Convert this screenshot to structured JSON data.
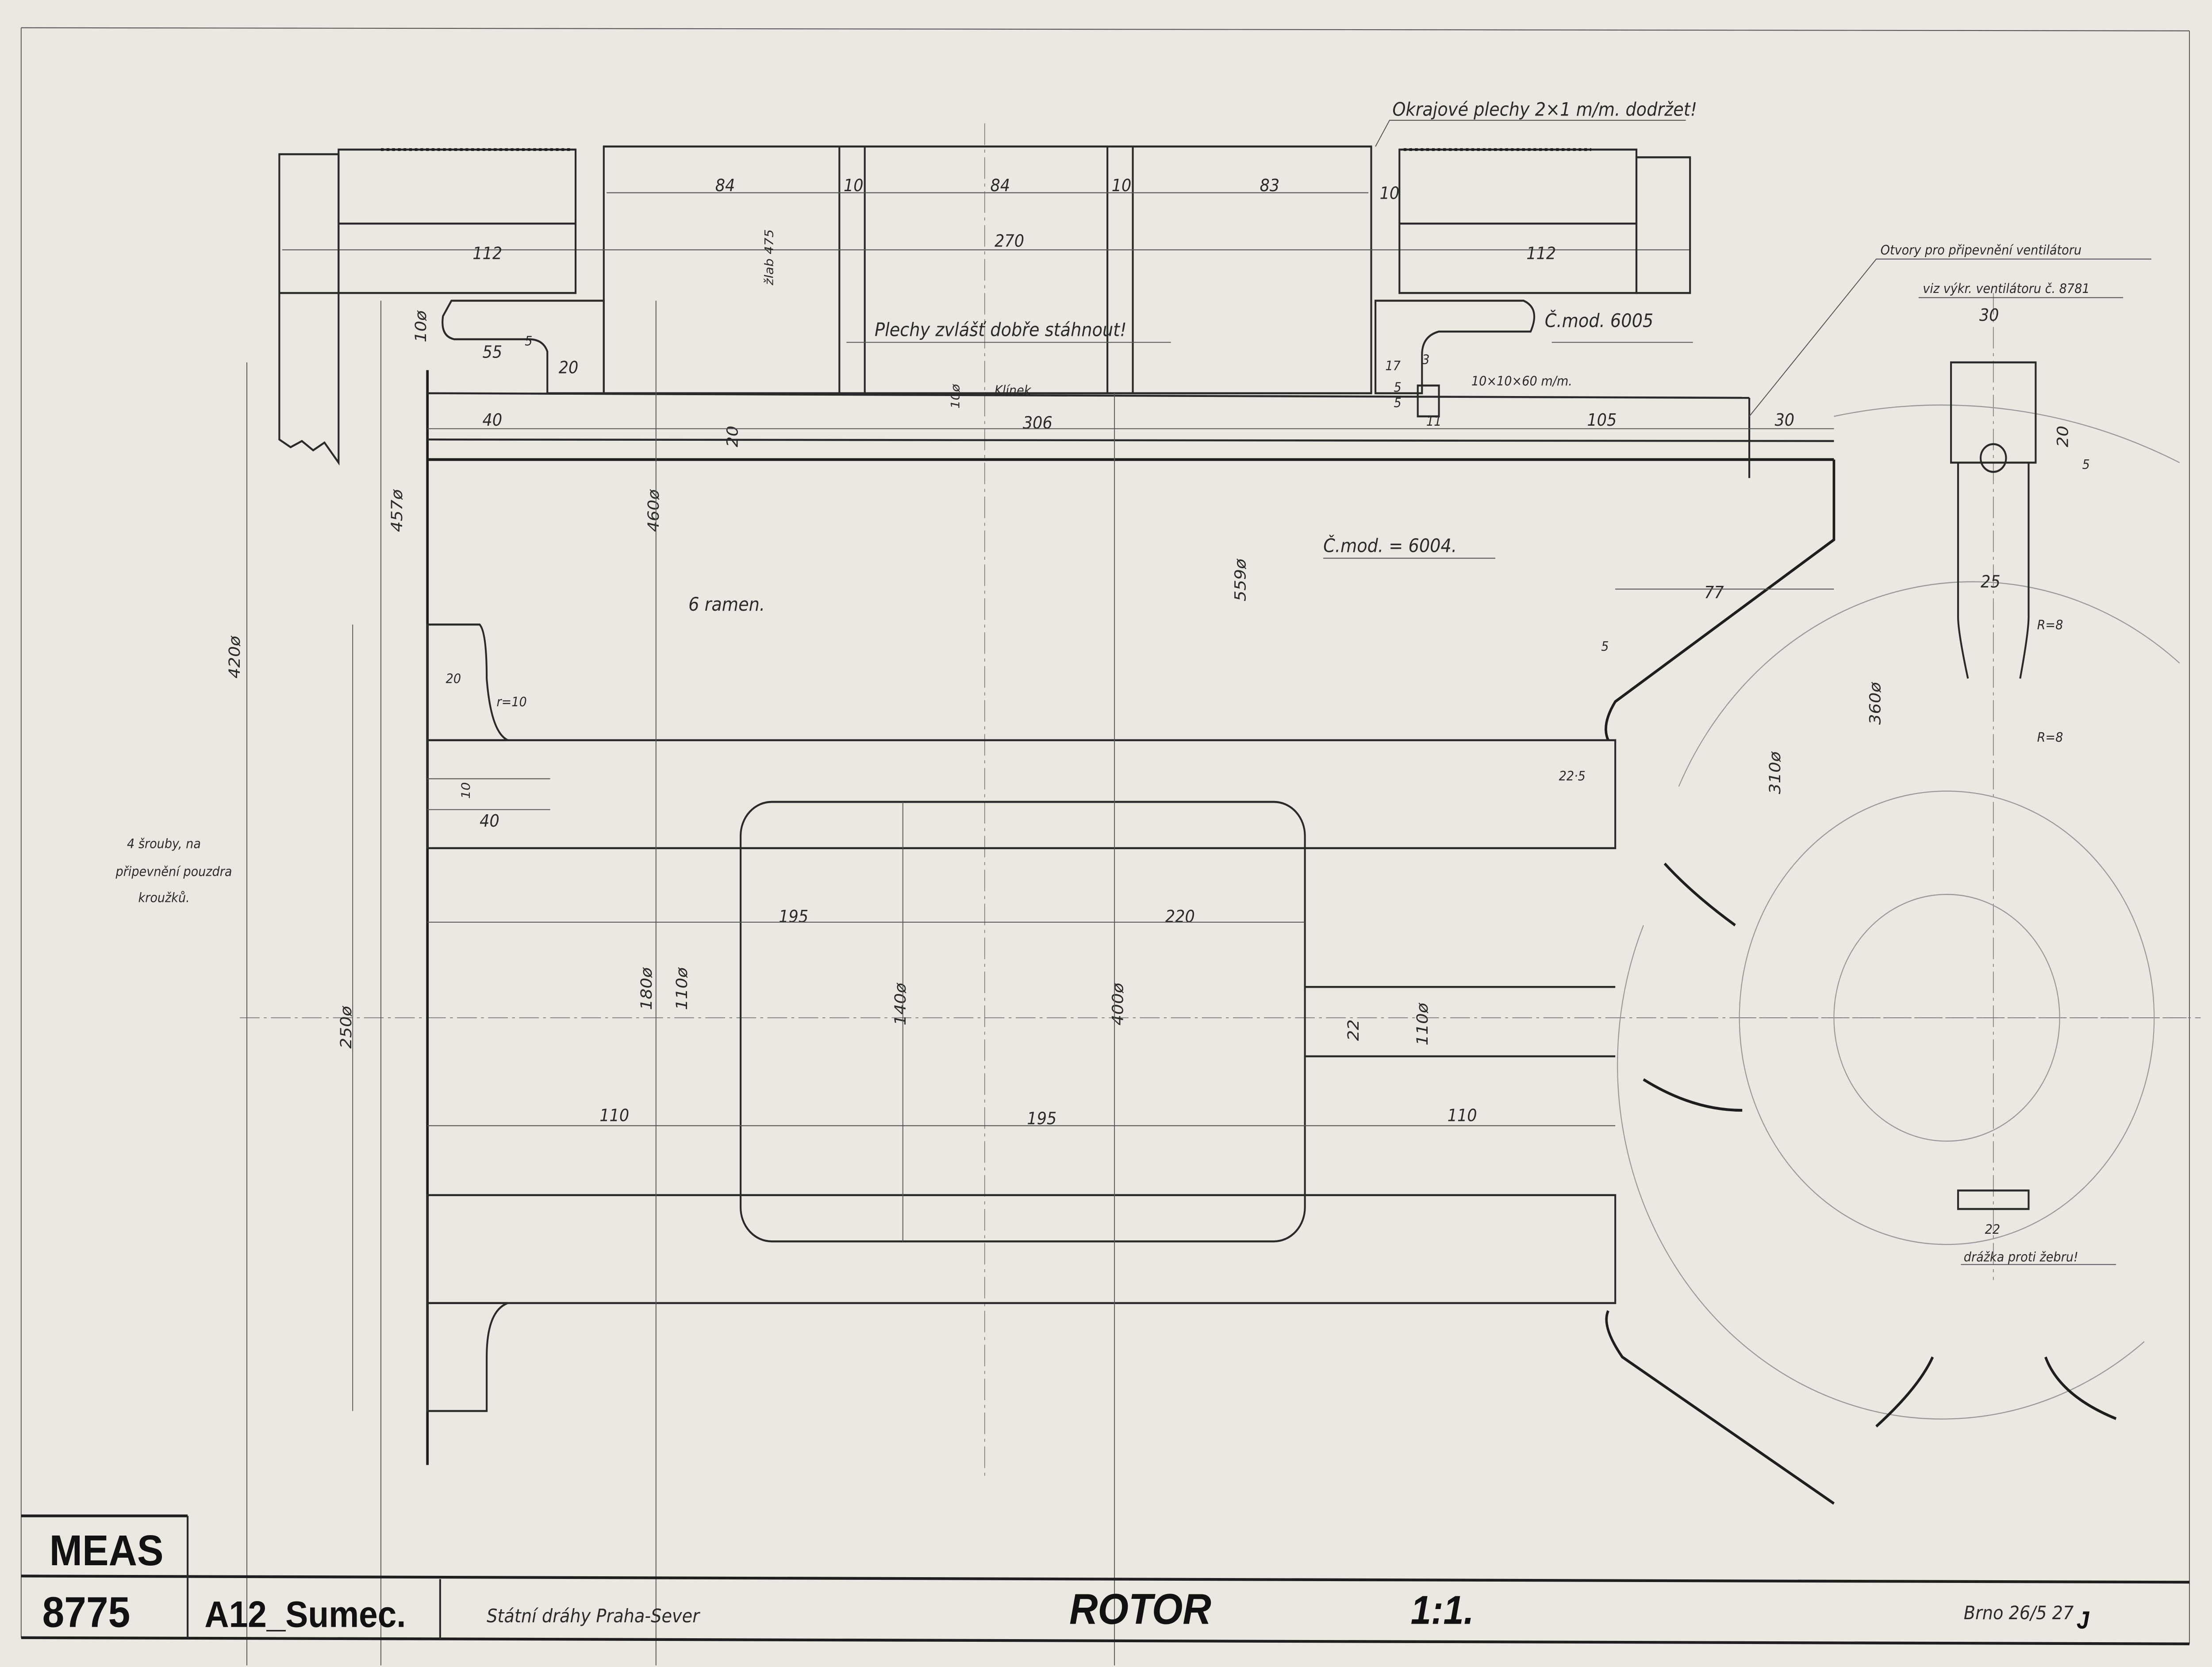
{
  "title_block": {
    "series": "MEAS",
    "drawing_no": "8775",
    "locomotive": "A12_Sumec.",
    "owner": "Státní dráhy Praha-Sever",
    "title": "ROTOR",
    "scale": "1:1.",
    "place_date": "Brno 26/5 27",
    "signature": "J"
  },
  "notes": {
    "edge_sheets": "Okrajové plechy 2×1 m/m. dodržet!",
    "press_sheets": "Plechy zvlášť dobře stáhnout!",
    "mod_6005": "Č.mod. 6005",
    "mod_6004": "Č.mod. = 6004.",
    "arms": "6 ramen.",
    "key": "10×10×60 m/m.",
    "klinek": "Klínek",
    "fan_holes_1": "Otvory pro připevnění ventilátoru",
    "fan_holes_2": "viz výkr. ventilátoru č. 8781",
    "screws_1": "4 šrouby, na",
    "screws_2": "připevnění pouzdra",
    "screws_3": "kroužků.",
    "groove": "drážka proti žebru!",
    "slot": "žlab 475"
  },
  "dimensions": {
    "top_84a": "84",
    "top_10a": "10",
    "top_84b": "84",
    "top_10b": "10",
    "top_83": "83",
    "top_10c": "10",
    "pack_112a": "112",
    "core_270": "270",
    "pack_112b": "112",
    "d10_left": "10ø",
    "d55": "55",
    "d5a": "5",
    "d20a": "20",
    "d17": "17",
    "d3": "3",
    "d5b": "5",
    "d5c": "5",
    "d11": "11",
    "d10_klinek": "10ø",
    "d40a": "40",
    "d306": "306",
    "d105": "105",
    "d30a": "30",
    "d20b": "20",
    "dia457": "457ø",
    "dia460": "460ø",
    "dia420": "420ø",
    "dia559": "559ø",
    "d77": "77",
    "d5d": "5",
    "d20c": "20",
    "r10": "r=10",
    "d22_5": "22·5",
    "d40b": "40",
    "d10c": "10",
    "d195a": "195",
    "d220": "220",
    "dia180": "180ø",
    "dia110a": "110ø",
    "dia140": "140ø",
    "dia400": "400ø",
    "d22a": "22",
    "dia110b": "110ø",
    "dia250": "250ø",
    "d110a": "110",
    "d195b": "195",
    "d110b": "110",
    "sv_30": "30",
    "sv_20": "20",
    "sv_5": "5",
    "sv_25": "25",
    "sv_r8a": "R=8",
    "sv_r8b": "R=8",
    "dia360": "360ø",
    "dia310": "310ø",
    "sv_22": "22"
  }
}
